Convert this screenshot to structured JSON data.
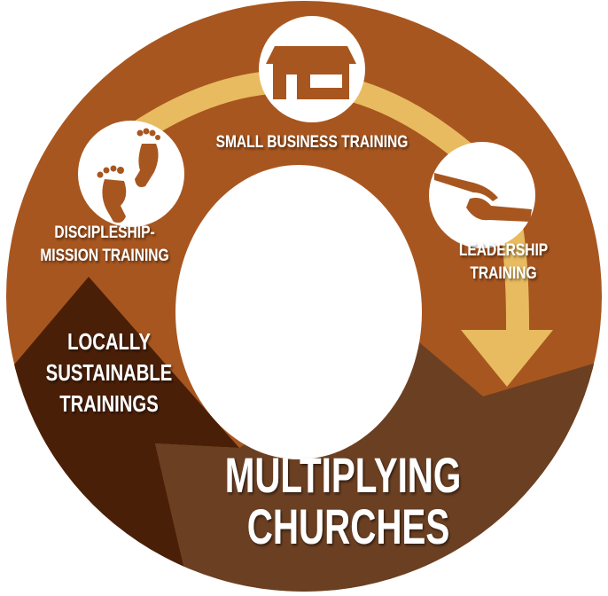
{
  "colors": {
    "ring": "#A8561F",
    "dark": "#4A1F08",
    "mid": "#6B3F22",
    "gold": "#E8BB60",
    "white": "#FFFFFF"
  },
  "steps": [
    {
      "icon": "footprints-icon",
      "lines": [
        "DISCIPLESHIP-",
        "MISSION TRAINING"
      ]
    },
    {
      "icon": "house-icon",
      "lines": [
        "SMALL BUSINESS TRAINING"
      ]
    },
    {
      "icon": "hands-icon",
      "lines": [
        "LEADERSHIP",
        "TRAINING"
      ]
    }
  ],
  "base": {
    "lines": [
      "LOCALLY",
      "SUSTAINABLE",
      "TRAININGS"
    ]
  },
  "outcome": {
    "lines": [
      "MULTIPLYING",
      "CHURCHES"
    ]
  }
}
